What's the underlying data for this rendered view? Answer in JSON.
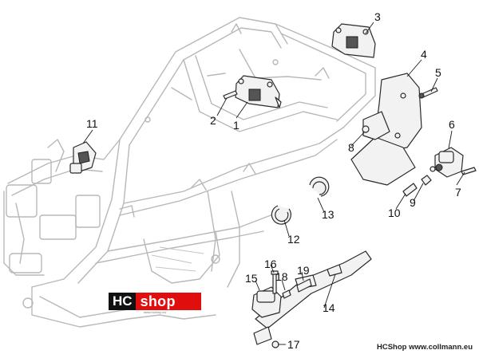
{
  "callouts": [
    {
      "id": "1",
      "label": "1"
    },
    {
      "id": "2",
      "label": "2"
    },
    {
      "id": "3",
      "label": "3"
    },
    {
      "id": "4",
      "label": "4"
    },
    {
      "id": "5",
      "label": "5"
    },
    {
      "id": "6",
      "label": "6"
    },
    {
      "id": "7",
      "label": "7"
    },
    {
      "id": "8",
      "label": "8"
    },
    {
      "id": "9",
      "label": "9"
    },
    {
      "id": "10",
      "label": "10"
    },
    {
      "id": "11",
      "label": "11"
    },
    {
      "id": "12",
      "label": "12"
    },
    {
      "id": "13",
      "label": "13"
    },
    {
      "id": "14",
      "label": "14"
    },
    {
      "id": "15",
      "label": "15"
    },
    {
      "id": "16",
      "label": "16"
    },
    {
      "id": "17",
      "label": "17"
    },
    {
      "id": "18",
      "label": "18"
    },
    {
      "id": "19",
      "label": "19"
    }
  ],
  "logo": {
    "hc": "HC",
    "shop": "shop",
    "tagline": "www.hcshop.eu",
    "colors": {
      "red": "#e10e0e",
      "black": "#111111"
    }
  },
  "footer": {
    "brand": "HCShop",
    "url": "www.collmann.eu"
  }
}
